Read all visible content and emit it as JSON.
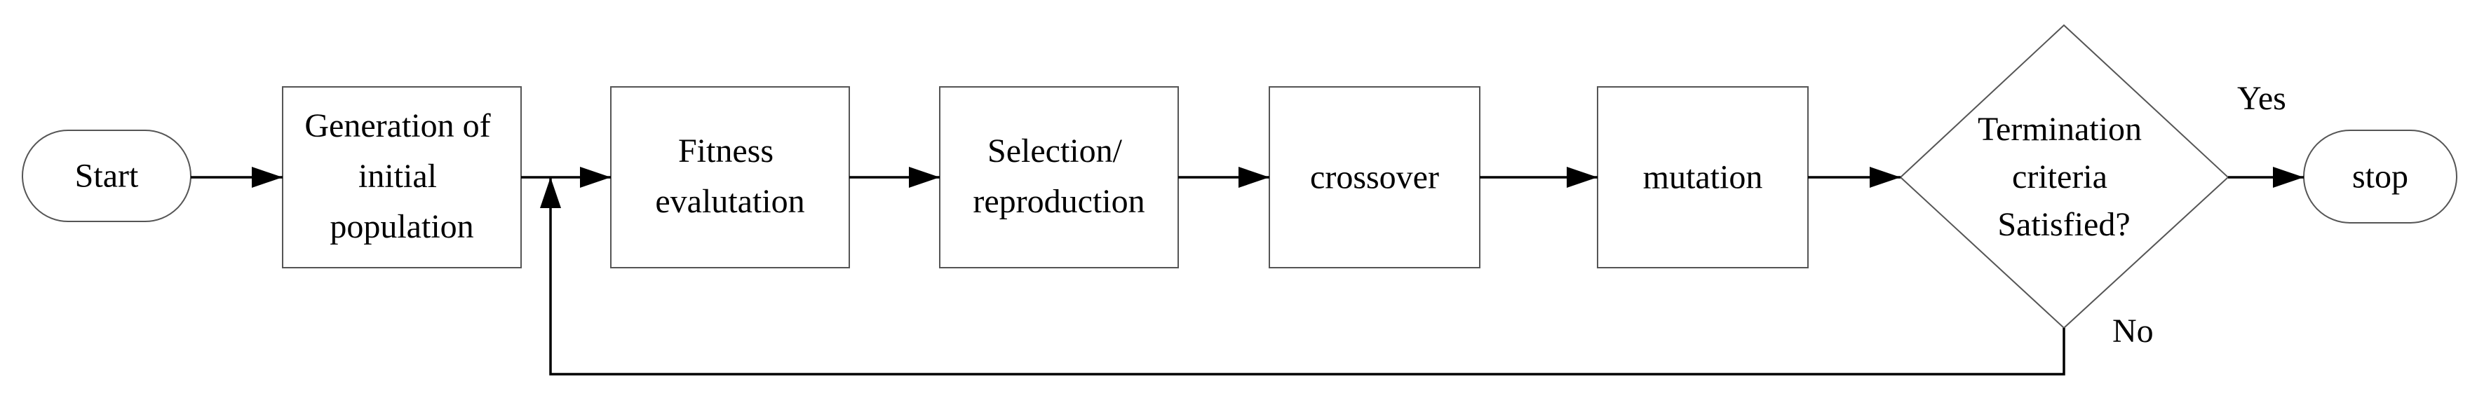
{
  "flowchart": {
    "start": {
      "label": "Start"
    },
    "generation": {
      "lines": [
        "Generation of",
        "initial",
        "population"
      ]
    },
    "fitness": {
      "lines": [
        "Fitness",
        "evalutation"
      ]
    },
    "selection": {
      "lines": [
        "Selection/",
        "reproduction"
      ]
    },
    "crossover": {
      "label": "crossover"
    },
    "mutation": {
      "label": "mutation"
    },
    "decision": {
      "lines": [
        "Termination",
        "criteria",
        "Satisfied?"
      ]
    },
    "stop": {
      "label": "stop"
    },
    "yes_label": "Yes",
    "no_label": "No"
  }
}
